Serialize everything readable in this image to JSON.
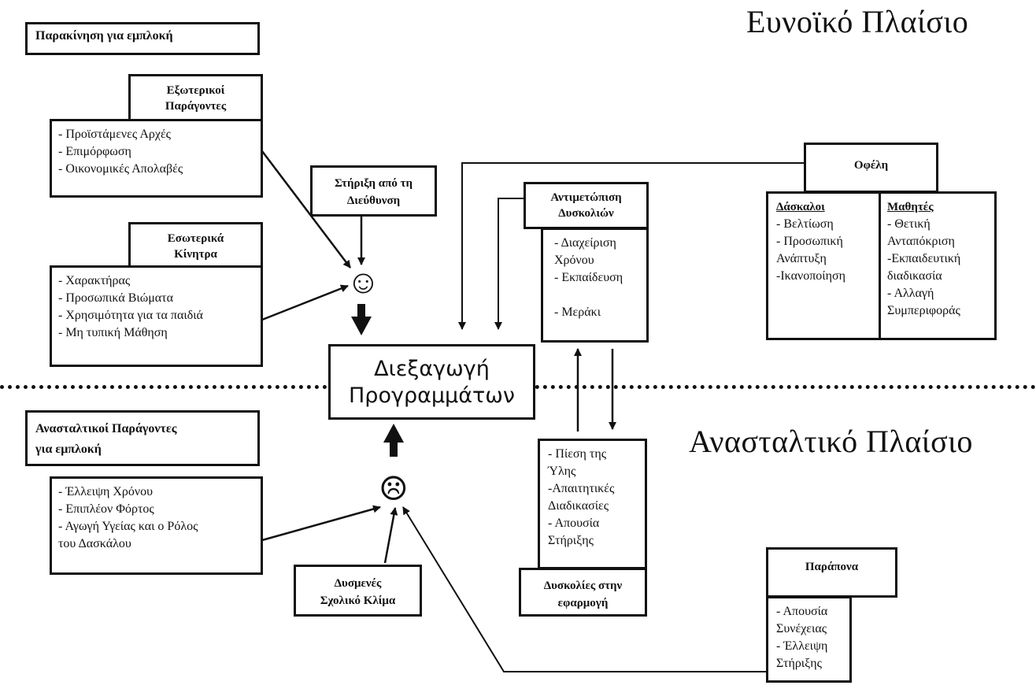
{
  "titles": {
    "favorable": "Ευνοϊκό Πλαίσιο",
    "inhibiting": "Ανασταλτικό Πλαίσιο"
  },
  "motivation": {
    "label": "Παρακίνηση για εμπλοκή"
  },
  "external": {
    "header_line1": "Εξωτερικοί",
    "header_line2": "Παράγοντες",
    "items": [
      "- Προϊστάμενες Αρχές",
      "- Επιμόρφωση",
      "- Οικονομικές Απολαβές"
    ]
  },
  "internal": {
    "header_line1": "Εσωτερικά",
    "header_line2": "Κίνητρα",
    "items": [
      "- Χαρακτήρας",
      "- Προσωπικά Βιώματα",
      "- Χρησιμότητα για τα παιδιά",
      "- Μη τυπική Μάθηση"
    ]
  },
  "support": {
    "line1": "Στήριξη από τη",
    "line2": "Διεύθυνση"
  },
  "center": {
    "line1": "Διεξαγωγή",
    "line2": "Προγραμμάτων"
  },
  "coping": {
    "header_line1": "Αντιμετώπιση",
    "header_line2": "Δυσκολιών",
    "items": [
      "- Διαχείριση",
      "Χρόνου",
      "- Εκπαίδευση",
      "",
      "- Μεράκι"
    ]
  },
  "benefits": {
    "header": "Οφέλη",
    "teachers": {
      "header": "Δάσκαλοι",
      "items": [
        "- Βελτίωση",
        "- Προσωπική",
        "Ανάπτυξη",
        "-Ικανοποίηση"
      ]
    },
    "students": {
      "header": "Μαθητές",
      "items": [
        "- Θετική",
        "Ανταπόκριση",
        "-Εκπαιδευτική",
        "διαδικασία",
        "- Αλλαγή",
        "Συμπεριφοράς"
      ]
    }
  },
  "inhibitors": {
    "label_line1": "Ανασταλτικοί Παράγοντες",
    "label_line2": "για εμπλοκή",
    "items": [
      "- Έλλειψη Χρόνου",
      "- Επιπλέον Φόρτος",
      "- Αγωγή Υγείας και ο Ρόλος",
      "του Δασκάλου"
    ]
  },
  "climate": {
    "line1": "Δυσμενές",
    "line2": "Σχολικό  Κλίμα"
  },
  "difficulties": {
    "items": [
      "- Πίεση της",
      "Ύλης",
      "-Απαιτητικές",
      "Διαδικασίες",
      "- Απουσία",
      "Στήριξης"
    ],
    "header_line1": "Δυσκολίες στην",
    "header_line2": "εφαρμογή"
  },
  "complaints": {
    "header": "Παράπονα",
    "items": [
      "- Απουσία",
      "Συνέχειας",
      "- Έλλειψη",
      "Στήριξης"
    ]
  },
  "faces": {
    "happy": "☺",
    "sad": "☹"
  }
}
